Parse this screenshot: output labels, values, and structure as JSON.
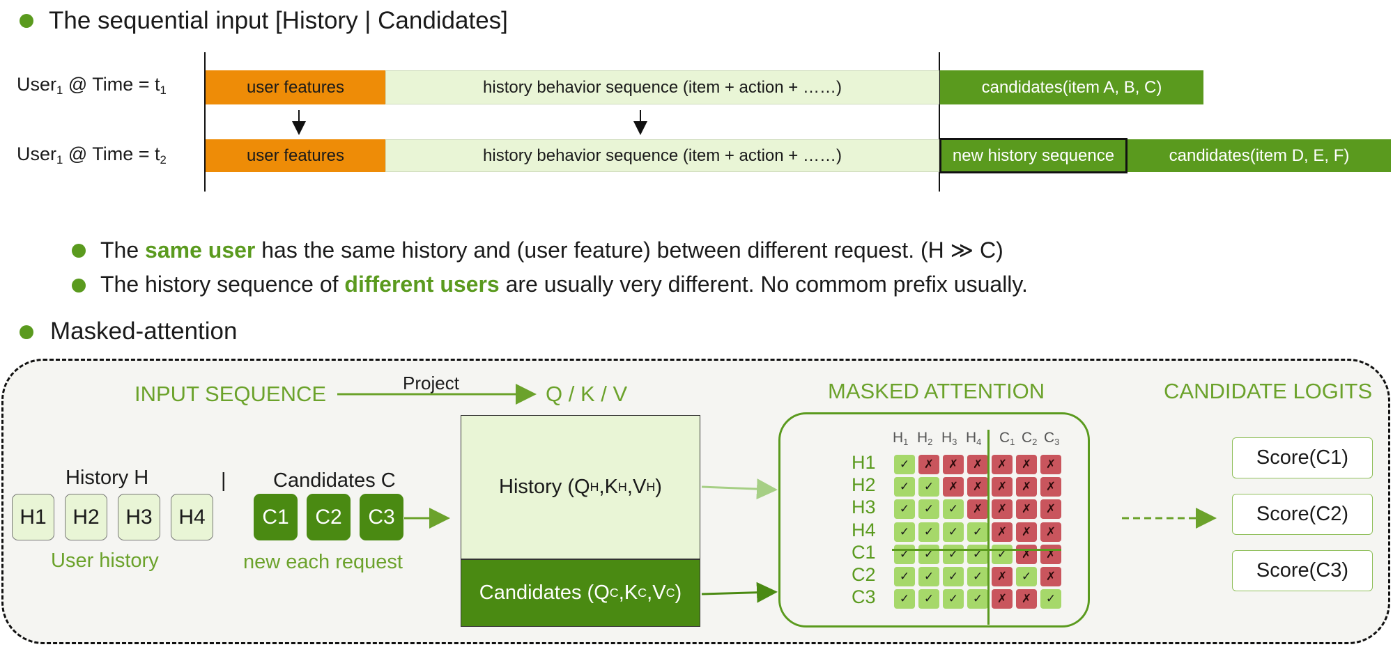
{
  "section1": {
    "heading": "The sequential input [History | Candidates]",
    "row1_label": "User<sub>1</sub> @ Time = t<sub>1</sub>",
    "row2_label": "User<sub>1</sub> @ Time = t<sub>2</sub>",
    "row1": {
      "user_features": "user features",
      "history": "history behavior sequence (item + action + ……)",
      "candidates": "candidates(item A, B, C)"
    },
    "row2": {
      "user_features": "user features",
      "history": "history behavior sequence (item + action + ……)",
      "new_history": "new history sequence",
      "candidates": "candidates(item D, E, F)"
    }
  },
  "notes": [
    {
      "pre": "The ",
      "em": "same user",
      "post": " has the same history and (user feature) between different request. (H ≫ C)"
    },
    {
      "pre": "The history sequence of ",
      "em": "different users",
      "post": " are usually very different. No commom prefix usually."
    }
  ],
  "section2": {
    "heading": "Masked-attention",
    "input_sequence": "INPUT SEQUENCE",
    "project": "Project",
    "qkv": "Q / K / V",
    "masked_attention": "MASKED ATTENTION",
    "candidate_logits": "CANDIDATE LOGITS",
    "history_title": "History H",
    "separator": "|",
    "candidates_title": "Candidates C",
    "history_items": [
      "H1",
      "H2",
      "H3",
      "H4"
    ],
    "candidate_items": [
      "C1",
      "C2",
      "C3"
    ],
    "user_history_caption": "User history",
    "new_request_caption": "new each request",
    "qkv_history": "History (Q<sub>H</sub>,K<sub>H</sub>,V<sub>H</sub>)",
    "qkv_candidates": "Candidates (Q<sub>C</sub>,K<sub>C</sub>,V<sub>C</sub>)",
    "mask_col_headers": [
      "H<sub>1</sub>",
      "H<sub>2</sub>",
      "H<sub>3</sub>",
      "H<sub>4</sub>",
      "C<sub>1</sub>",
      "C<sub>2</sub>",
      "C<sub>3</sub>"
    ],
    "mask_row_headers": [
      "H1",
      "H2",
      "H3",
      "H4",
      "C1",
      "C2",
      "C3"
    ],
    "mask_matrix": [
      [
        1,
        0,
        0,
        0,
        0,
        0,
        0
      ],
      [
        1,
        1,
        0,
        0,
        0,
        0,
        0
      ],
      [
        1,
        1,
        1,
        0,
        0,
        0,
        0
      ],
      [
        1,
        1,
        1,
        1,
        0,
        0,
        0
      ],
      [
        1,
        1,
        1,
        1,
        1,
        0,
        0
      ],
      [
        1,
        1,
        1,
        1,
        0,
        1,
        0
      ],
      [
        1,
        1,
        1,
        1,
        0,
        0,
        1
      ]
    ],
    "scores": [
      "Score(C1)",
      "Score(C2)",
      "Score(C3)"
    ]
  },
  "colors": {
    "accent_green": "#5a9a1e",
    "dark_green": "#4a8a12",
    "light_green": "#e9f5d6",
    "orange": "#ee8c07",
    "mask_ok": "#a6d86a",
    "mask_no": "#c9555d"
  }
}
